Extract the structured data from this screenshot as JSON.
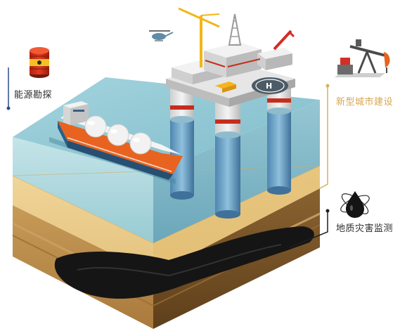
{
  "labels": {
    "energy_exploration": "能源勘探",
    "new_urbanization": "新型城市建设",
    "geohazard_monitoring": "地质灾害监测"
  },
  "colors": {
    "label_dark": "#2c2c2c",
    "label_gold": "#d8a64e",
    "callout_blue": "#2b4d8c",
    "callout_gold": "#d8b05e",
    "water_top": "#7fc3cf",
    "water_front": "#9bcfd3",
    "sand": "#e7c987",
    "soil": "#b88a4a",
    "oil": "#1b1b1b",
    "tanker_hull": "#e8641f",
    "platform_gray": "#d9d9d9",
    "column_blue": "#6fa7c9"
  },
  "icons": {
    "energy_exploration": "oil-barrel-icon",
    "new_urbanization": "oil-pumpjack-icon",
    "geohazard_monitoring": "oil-drop-atom-icon"
  }
}
